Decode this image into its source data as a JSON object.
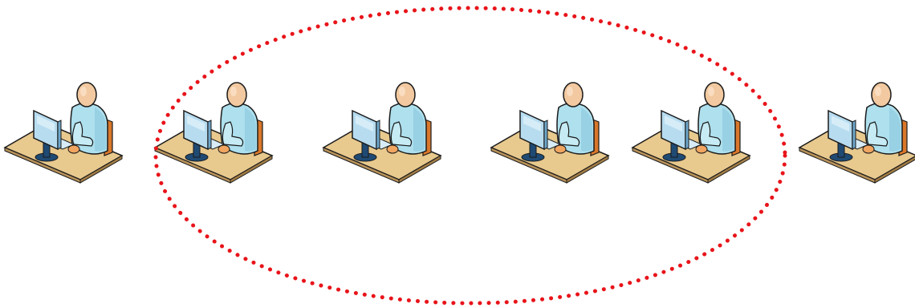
{
  "diagram": {
    "type": "workstation-group",
    "workstations": [
      {
        "icon": "user-at-computer-icon",
        "in_group": false
      },
      {
        "icon": "user-at-computer-icon",
        "in_group": true
      },
      {
        "icon": "user-at-computer-icon",
        "in_group": true
      },
      {
        "icon": "user-at-computer-icon",
        "in_group": true
      },
      {
        "icon": "user-at-computer-icon",
        "in_group": true
      },
      {
        "icon": "user-at-computer-icon",
        "in_group": false
      }
    ],
    "group_outline": {
      "shape": "ellipse",
      "style": "dotted",
      "color": "#e8141a"
    },
    "colors": {
      "desk_top": "#e8c98e",
      "desk_edge": "#b8925a",
      "chair": "#d9772a",
      "head": "#f2c9a0",
      "shirt": "#aee0ee",
      "monitor": "#b7dcf0",
      "monitor_dark": "#1f4a73",
      "outline": "#1a1a1a"
    }
  }
}
